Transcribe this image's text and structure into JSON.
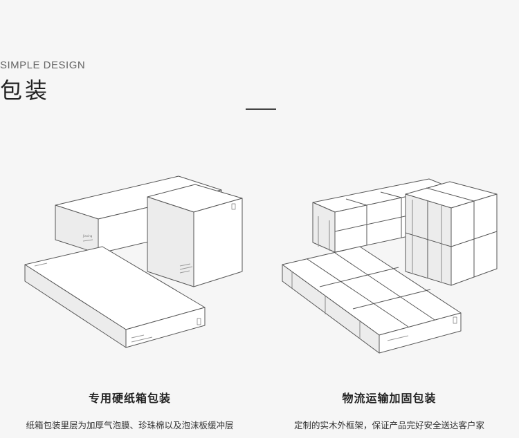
{
  "header": {
    "subtitle": "SIMPLE DESIGN",
    "title": "包装"
  },
  "left": {
    "title": "专用硬纸箱包装",
    "description": "纸箱包装里层为加厚气泡膜、珍珠棉以及泡沫板缓冲层"
  },
  "right": {
    "title": "物流运输加固包装",
    "description": "定制的实木外框架，保证产品完好安全送达客户家"
  },
  "colors": {
    "background": "#f6f6f6",
    "line": "#555555",
    "box_face": "#ffffff",
    "box_side": "#ececec"
  }
}
